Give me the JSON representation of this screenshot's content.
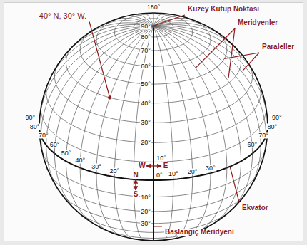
{
  "diagram": {
    "labels": [
      "40° N, 30° W.",
      "Kuzey Kutup Noktası",
      "Meridyenler",
      "Paraleller",
      "180°",
      "90°",
      "80°",
      "70°",
      "60°",
      "50°",
      "40°",
      "30°",
      "20°",
      "10°",
      "W",
      "E",
      "N",
      "S",
      "0°",
      "10°",
      "20°",
      "30°",
      "90°",
      "80°",
      "70°",
      "60°",
      "50°",
      "40°",
      "30°",
      "20°",
      "90°",
      "80°",
      "70°",
      "60°",
      "10°",
      "20°",
      "30°",
      "Ekvator",
      "Başlangıç Meridyeni"
    ]
  }
}
